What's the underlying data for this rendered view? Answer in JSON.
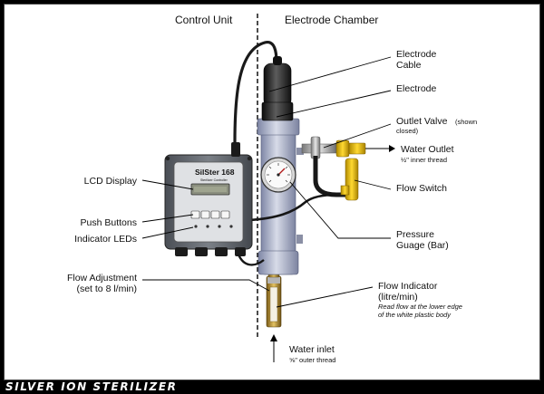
{
  "headers": {
    "control_unit": "Control Unit",
    "electrode_chamber": "Electrode Chamber"
  },
  "device": {
    "brand": "SilSter 168",
    "subtitle": "Sterilizer Controller"
  },
  "labels": {
    "electrode_cable": [
      "Electrode",
      "Cable"
    ],
    "electrode": "Electrode",
    "outlet_valve": "Outlet Valve",
    "outlet_valve_note": [
      "(shown",
      "closed)"
    ],
    "water_outlet": "Water Outlet",
    "water_outlet_note": "½\" inner thread",
    "flow_switch": "Flow Switch",
    "pressure_gauge": [
      "Pressure",
      "Guage (Bar)"
    ],
    "flow_indicator": [
      "Flow Indicator",
      "(litre/min)"
    ],
    "flow_indicator_note": [
      "Read flow at the lower edge",
      "of the white plastic body"
    ],
    "water_inlet": "Water inlet",
    "water_inlet_note": "⅝\" outer thread",
    "lcd_display": "LCD Display",
    "push_buttons": "Push Buttons",
    "indicator_leds": "Indicator LEDs",
    "flow_adjustment": [
      "Flow Adjustment",
      "(set to 8 l/min)"
    ]
  },
  "footer": "SILVER ION STERILIZER"
}
